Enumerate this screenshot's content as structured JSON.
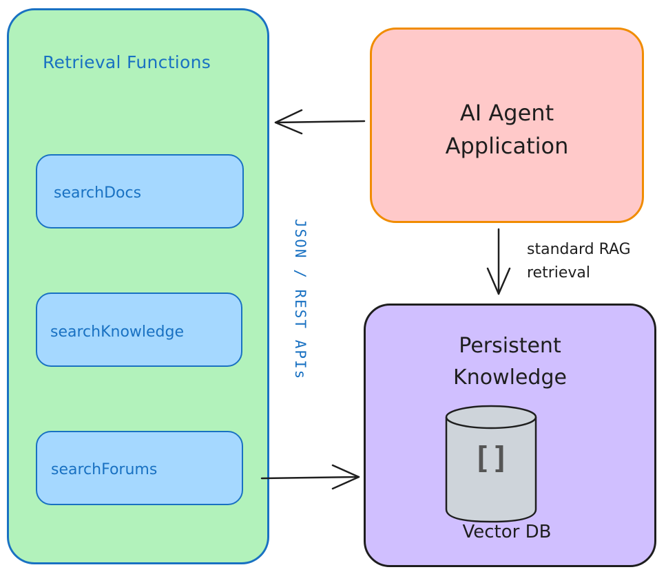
{
  "retrieval_panel": {
    "title": "Retrieval Functions",
    "functions": [
      {
        "label": "searchDocs"
      },
      {
        "label": "searchKnowledge"
      },
      {
        "label": "searchForums"
      }
    ]
  },
  "agent": {
    "line1": "AI Agent",
    "line2": "Application"
  },
  "knowledge": {
    "line1": "Persistent",
    "line2": "Knowledge",
    "db_icon_text": "[]",
    "db_label": "Vector DB"
  },
  "edges": {
    "rag_label_line1": "standard RAG",
    "rag_label_line2": "retrieval",
    "api_label": "JSON / REST APIs"
  },
  "colors": {
    "panel_fill": "#b2f2bb",
    "panel_stroke": "#1971c2",
    "function_fill": "#a5d8ff",
    "agent_fill": "#ffc9c9",
    "agent_stroke": "#f08c00",
    "knowledge_fill": "#d0bfff",
    "db_fill": "#ced4da",
    "text_dark": "#1e1e1e"
  }
}
